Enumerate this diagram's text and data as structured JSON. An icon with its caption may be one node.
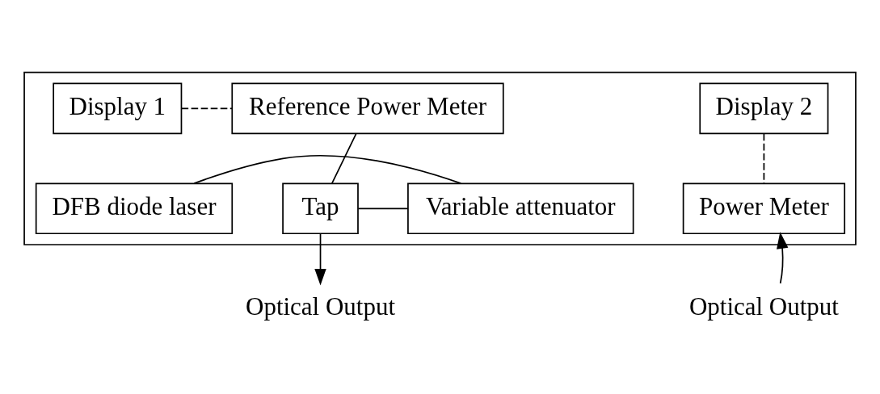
{
  "diagram": {
    "nodes": [
      {
        "text": [],
        "shape": "box"
      },
      {
        "text": [
          "Display 1"
        ],
        "in": 0
      },
      {
        "text": [
          "Reference Power Meter"
        ],
        "in": 0
      },
      {
        "text": [
          "Display 2"
        ],
        "in": 0
      },
      {
        "text": [
          "DFB diode laser"
        ],
        "in": 0
      },
      {
        "text": [
          "Variable attenuator"
        ],
        "in": 0
      },
      {
        "text": [
          "Tap"
        ],
        "in": 0
      },
      {
        "text": [
          "Power Meter"
        ],
        "in": 0
      },
      {
        "text": [
          "Optical Output"
        ]
      },
      {
        "text": [
          "Optical Output"
        ]
      }
    ],
    "edges": [
      {
        "from": 1,
        "to": 2,
        "arrow": "none",
        "style": "dashed"
      },
      {
        "from": 2,
        "to": 6,
        "arrow": "none"
      },
      {
        "from": 3,
        "to": 7,
        "arrow": "none",
        "style": "dashed"
      },
      {
        "from": 4,
        "to": 5,
        "arrow": "none"
      },
      {
        "from": 5,
        "to": 6,
        "arrow": "none"
      },
      {
        "from": 6,
        "to": 8,
        "arrow": "to"
      },
      {
        "from": 9,
        "to": 7,
        "arrow": "to"
      }
    ]
  }
}
